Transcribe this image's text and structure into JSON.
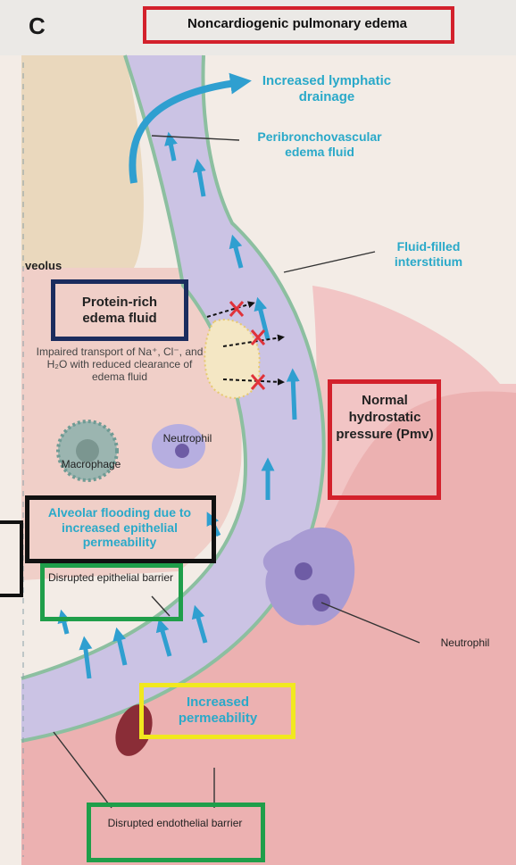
{
  "panel_letter": "C",
  "title": "Noncardiogenic pulmonary edema",
  "labels": {
    "lymphatic": "Increased lymphatic drainage",
    "peribronch": "Peribronchovascular edema fluid",
    "fluid_interstitium": "Fluid-filled interstitium",
    "alveolus": "veolus",
    "protein_rich": "Protein-rich edema fluid",
    "impaired": "Impaired transport of Na⁺, Cl⁻, and H₂O with reduced clearance of edema fluid",
    "neutrophil_left": "Neutrophil",
    "macrophage": "Macrophage",
    "normal_pressure": "Normal hydrostatic pressure (Pmv)",
    "alveolar_flooding": "Alveolar flooding due to increased epithelial permeability",
    "disrupted_epithelial": "Disrupted epithelial barrier",
    "neutrophil_right": "Neutrophil",
    "increased_permeability": "Increased permeability",
    "disrupted_endothelial": "Disrupted endothelial barrier"
  },
  "colors": {
    "title_box": "#d3212c",
    "red_box": "#d3212c",
    "navy_box": "#1b2c5e",
    "black_box": "#111111",
    "green_box": "#1f9e4a",
    "yellow_box": "#f1e81f",
    "label_teal": "#2aa9c9"
  }
}
